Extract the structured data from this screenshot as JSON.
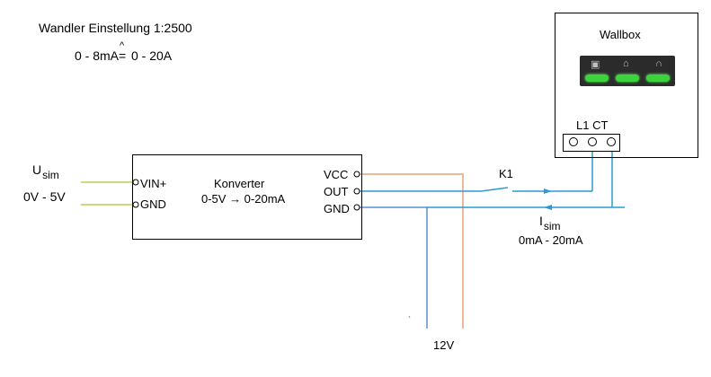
{
  "header": {
    "title": "Wandler Einstellung 1:2500",
    "mapping_left": "0 - 8mA",
    "mapping_right": "0 - 20A",
    "mapping_symbol": "^"
  },
  "input": {
    "u_label_main": "U",
    "u_label_sub": "sim",
    "range": "0V - 5V"
  },
  "converter": {
    "pin_vin": "VIN+",
    "pin_gnd_in": "GND",
    "title": "Konverter",
    "subtitle": "0-5V → 0-20mA",
    "pin_vcc": "VCC",
    "pin_out": "OUT",
    "pin_gnd_out": "GND"
  },
  "relay": {
    "label": "K1"
  },
  "current": {
    "i_label_main": "I",
    "i_label_sub": "sim",
    "range": "0mA - 20mA"
  },
  "supply": {
    "label": "12V"
  },
  "wallbox": {
    "title": "Wallbox",
    "connector_label": "L1 CT",
    "indicator_icons": [
      "plug-icon",
      "car-icon",
      "flame-icon"
    ]
  },
  "colors": {
    "input_wire": "#b6cf4e",
    "vcc_wire": "#e8a07a",
    "signal_wire": "#2a9ad6",
    "led": "#3bd43b",
    "panel": "#2b2b2b"
  }
}
